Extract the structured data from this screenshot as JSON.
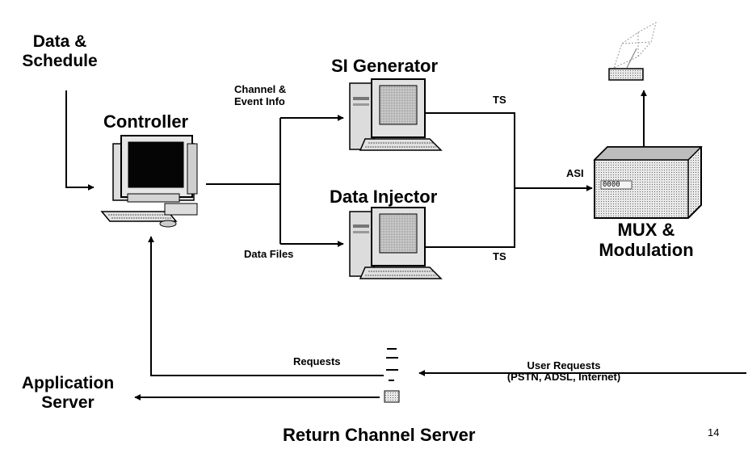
{
  "data_schedule": {
    "line1": "Data &",
    "line2": "Schedule"
  },
  "controller": {
    "label": "Controller"
  },
  "si_generator": {
    "label": "SI Generator"
  },
  "data_injector": {
    "label": "Data Injector"
  },
  "channel_event": {
    "line1": "Channel &",
    "line2": "Event Info"
  },
  "data_files": {
    "label": "Data Files"
  },
  "ts_top": {
    "label": "TS"
  },
  "ts_bottom": {
    "label": "TS"
  },
  "asi": {
    "label": "ASI"
  },
  "mux": {
    "line1": "MUX &",
    "line2": "Modulation",
    "display": "0000"
  },
  "requests": {
    "label": "Requests"
  },
  "user_requests": {
    "line1": "User Requests",
    "line2": "(PSTN, ADSL, Internet)"
  },
  "application_server": {
    "line1": "Application",
    "line2": "Server"
  },
  "return_channel": {
    "label": "Return Channel Server"
  },
  "page_number": {
    "value": "14"
  }
}
